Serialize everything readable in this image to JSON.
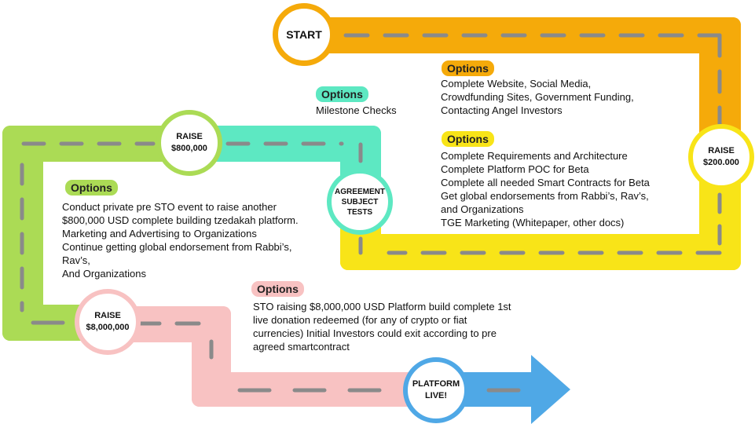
{
  "colors": {
    "orange": "#F5AA0A",
    "yellow": "#F8E418",
    "teal": "#5DE8C2",
    "green": "#ABDB55",
    "pink": "#F8C2C2",
    "blue": "#4FA8E6",
    "dash": "#8A8A8A"
  },
  "nodes": {
    "start": {
      "line1": "START"
    },
    "raise_200k": {
      "line1": "RAISE",
      "line2": "$200.000"
    },
    "agreement": {
      "line1": "AGREEMENT",
      "line2": "SUBJECT",
      "line3": "TESTS"
    },
    "raise_800k": {
      "line1": "RAISE",
      "line2": "$800,000"
    },
    "raise_8m": {
      "line1": "RAISE",
      "line2": "$8,000,000"
    },
    "platform_live": {
      "line1": "PLATFORM",
      "line2": "LIVE!"
    }
  },
  "options": [
    {
      "label": "Options",
      "text": "Complete Website, Social Media,\nCrowdfunding Sites, Government Funding,\nContacting Angel Investors"
    },
    {
      "label": "Options",
      "text": "Complete Requirements and Architecture\nComplete Platform POC for Beta\nComplete all needed Smart Contracts for Beta\nGet global endorsements from Rabbi’s, Rav’s,\nand Organizations\nTGE Marketing (Whitepaper, other docs)"
    },
    {
      "label": "Options",
      "text": "Milestone Checks"
    },
    {
      "label": "Options",
      "text": "Conduct private pre STO event to raise another\n$800,000 USD complete building tzedakah platform.\nMarketing and Advertising to Organizations\nContinue getting global endorsement from Rabbi’s,\nRav’s,\nAnd Organizations"
    },
    {
      "label": "Options",
      "text": "STO raising $8,000,000 USD Platform build complete 1st\nlive donation redeemed (for any of crypto or fiat\ncurrencies) Initial Investors could exit according to pre\nagreed smartcontract"
    }
  ]
}
